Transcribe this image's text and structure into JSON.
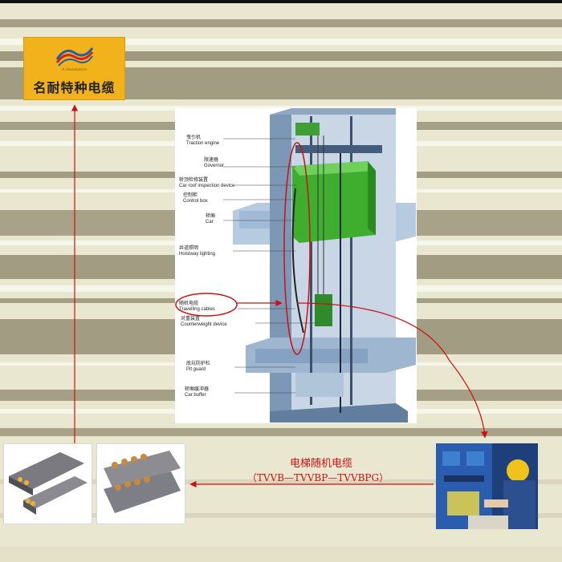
{
  "logo": {
    "subtitle": "A resistance",
    "name": "名耐特种电缆"
  },
  "diagram": {
    "labels": [
      {
        "cn": "曳引机",
        "en": "Traction engine"
      },
      {
        "cn": "限速器",
        "en": "Governor"
      },
      {
        "cn": "轿顶检修装置",
        "en": "Car roof inspection device"
      },
      {
        "cn": "控制柜",
        "en": "Control box"
      },
      {
        "cn": "轿厢",
        "en": "Car"
      },
      {
        "cn": "井道照明",
        "en": "Hoistway lighting"
      },
      {
        "cn": "随机电缆",
        "en": "Travelling cables"
      },
      {
        "cn": "对重装置",
        "en": "Counterweight device"
      },
      {
        "cn": "底坑防护栏",
        "en": "Pit guard"
      },
      {
        "cn": "轿厢缓冲器",
        "en": "Car buffer"
      }
    ]
  },
  "caption": {
    "title": "电梯随机电缆",
    "models": "（TVVB—TVVBP—TVVBPG）"
  },
  "colors": {
    "accent": "#cc1010",
    "logo_bg": "#f2b21b",
    "stripe_dark": "#9e987c",
    "stripe_light": "#f3f1df",
    "car_green": "#3fae2f"
  }
}
